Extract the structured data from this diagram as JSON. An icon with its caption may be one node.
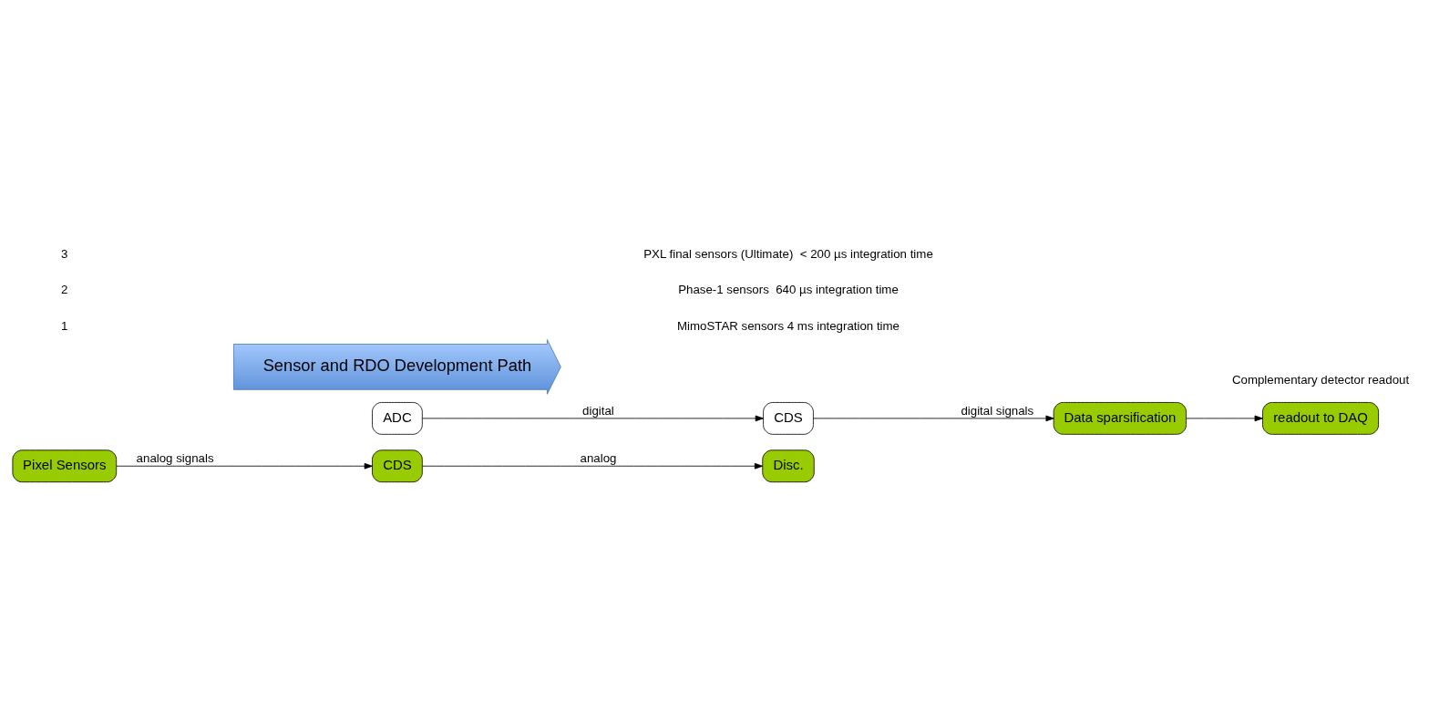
{
  "diagram": {
    "nodes": [
      {
        "text": [
          "Pixel Sensors"
        ]
      },
      {
        "text": [
          "ADC"
        ]
      },
      {
        "text": [
          "CDS"
        ]
      },
      {
        "text": [
          "CDS"
        ]
      },
      {
        "text": [
          "Disc."
        ]
      },
      {
        "text": [
          "Data sparsification"
        ]
      },
      {
        "text": [
          "readout to DAQ"
        ]
      },
      {
        "text": [
          "Sensor and RDO Development Path"
        ]
      }
    ],
    "edges": [
      {
        "from": 0,
        "to": 2,
        "arrow": "to",
        "label": "analog signals"
      },
      {
        "from": 1,
        "to": 3,
        "arrow": "to",
        "label": "digital"
      },
      {
        "from": 2,
        "to": 4,
        "arrow": "to",
        "label": "analog"
      },
      {
        "from": 3,
        "to": 5,
        "arrow": "to",
        "label": "digital signals"
      },
      {
        "from": 5,
        "to": 6,
        "arrow": "to"
      }
    ],
    "labels": [
      "Complementary detector readout",
      "1",
      "MimoSTAR sensors 4 ms integration time",
      "2",
      "Phase-1 sensors  640 µs integration time",
      "3",
      "PXL final sensors (Ultimate)  < 200 µs integration time"
    ]
  }
}
